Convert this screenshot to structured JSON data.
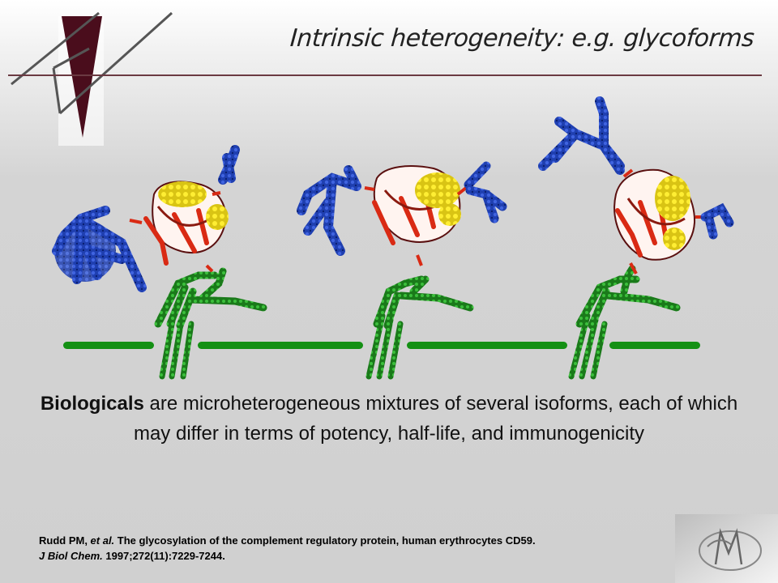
{
  "slide": {
    "title": "Intrinsic heterogeneity: e.g. glycoforms",
    "body": {
      "lead_bold": "Biologicals",
      "rest": " are microheterogeneous mixtures of several isoforms, each of which may differ in terms of potency, half-life, and immunogenicity"
    },
    "citation": {
      "authors": "Rudd PM, ",
      "etal": "et al.",
      "title_text": " The glycosylation of the complement regulatory protein, human erythrocytes CD59.",
      "journal": "J Biol Chem.",
      "details": " 1997;272(11):7229-7244."
    }
  },
  "colors": {
    "logo_maroon": "#4a0d1c",
    "rule": "#6b3a42",
    "glycan_blue": "#1f3fb0",
    "protein_red": "#d92a14",
    "disulfide_yellow": "#f2e21a",
    "gpi_green": "#1f8a1f",
    "membrane_green": "#149014"
  },
  "icons": [
    "brand-logo-icon",
    "corner-logo-icon"
  ]
}
